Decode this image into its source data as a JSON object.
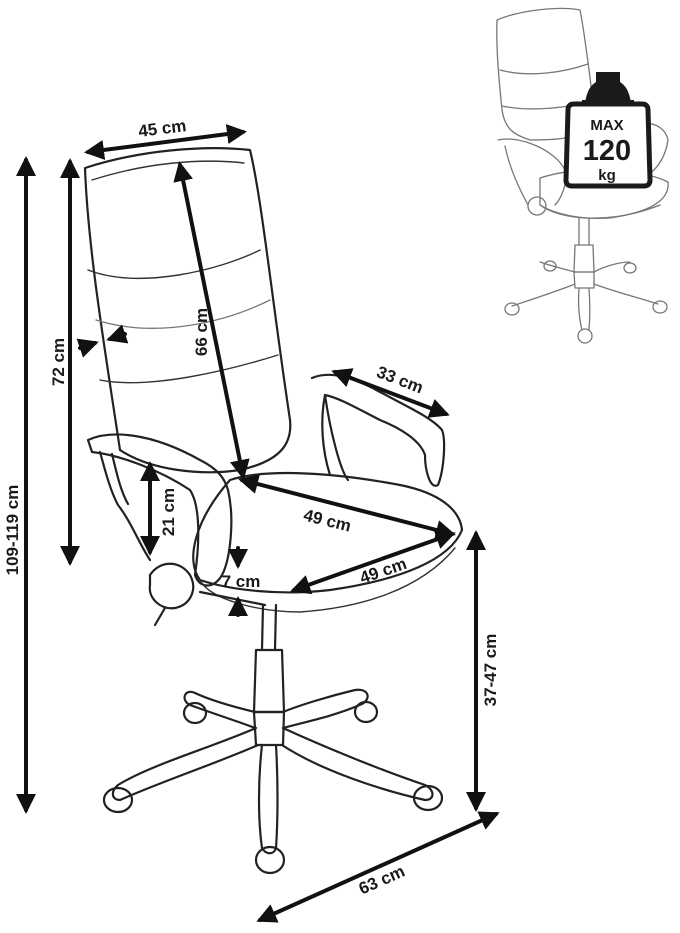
{
  "dimensions": {
    "back_width": "45 cm",
    "back_height": "66 cm",
    "back_total": "72 cm",
    "overall_height": "109-119 cm",
    "armrest_length": "33 cm",
    "armrest_height": "21 cm",
    "seat_depth": "49 cm",
    "seat_width": "49 cm",
    "seat_thickness": "7 cm",
    "seat_height": "37-47 cm",
    "base_diameter": "63 cm"
  },
  "badge": {
    "line1": "MAX",
    "line2": "120",
    "line3": "kg"
  },
  "colors": {
    "ink": "#1a1a1a",
    "line": "#222222",
    "background": "#ffffff"
  }
}
